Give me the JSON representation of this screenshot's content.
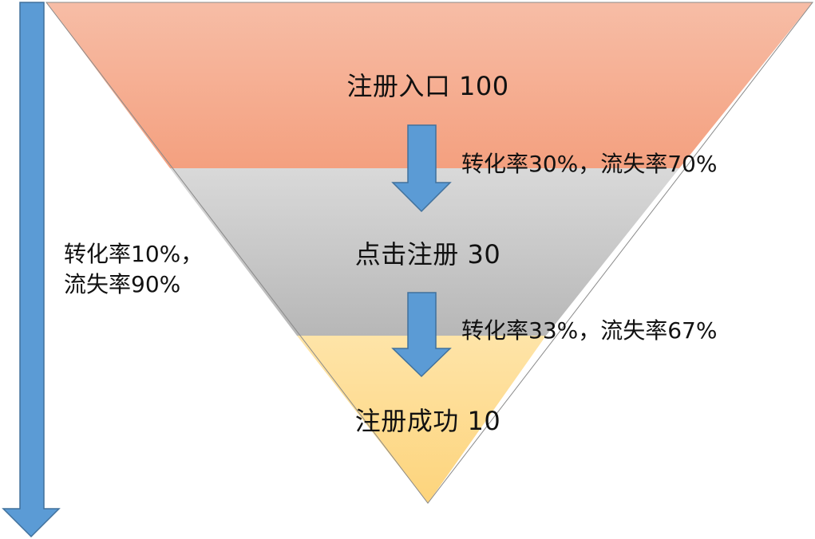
{
  "funnel": {
    "stages": [
      {
        "label": "注册入口 100",
        "name": "注册入口",
        "value": 100
      },
      {
        "label": "点击注册 30",
        "name": "点击注册",
        "value": 30
      },
      {
        "label": "注册成功 10",
        "name": "注册成功",
        "value": 10
      }
    ],
    "transitions": [
      {
        "label": "转化率30%，流失率70%",
        "conversion": 30,
        "churn": 70
      },
      {
        "label": "转化率33%，流失率67%",
        "conversion": 33,
        "churn": 67
      }
    ],
    "overall": {
      "line1": "转化率10%，",
      "line2": "流失率90%",
      "conversion": 10,
      "churn": 90
    }
  },
  "colors": {
    "stage_top": [
      "#f7bda6",
      "#f4a07f"
    ],
    "stage_mid": [
      "#d9d9d9",
      "#b7b7b7"
    ],
    "stage_bottom": [
      "#fee4a8",
      "#fdd47c"
    ],
    "arrow_fill": "#5b9bd5",
    "arrow_stroke": "#41719c",
    "outline": "#8a8a8a"
  }
}
